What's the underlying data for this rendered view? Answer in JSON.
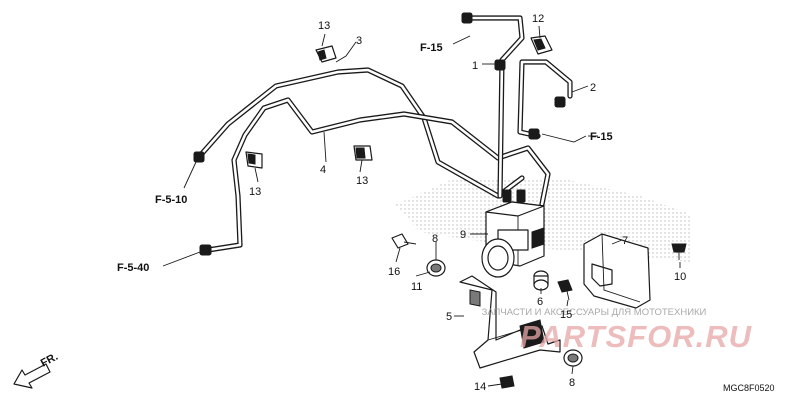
{
  "callouts": {
    "c1": "1",
    "c2": "2",
    "c3": "3",
    "c4": "4",
    "c5": "5",
    "c6": "6",
    "c7": "7",
    "c8a": "8",
    "c8b": "8",
    "c9": "9",
    "c10": "10",
    "c11": "11",
    "c12": "12",
    "c13a": "13",
    "c13b": "13",
    "c13c": "13",
    "c14": "14",
    "c15": "15",
    "c16": "16"
  },
  "refs": {
    "f15_top": "F-15",
    "f15_right": "F-15",
    "f510": "F-5-10",
    "f540": "F-5-40"
  },
  "direction_label": "FR.",
  "diagram_code": "MGC8F0520",
  "watermark": {
    "tagline": "ЗАПЧАСТИ И АКСЕССУАРЫ ДЛЯ МОТОТЕХНИКИ",
    "brand": "PARTSFOR.RU"
  },
  "colors": {
    "line": "#1a1a1a",
    "watermark_brand": "#e8a8a8",
    "watermark_text": "#9a9a9a"
  }
}
